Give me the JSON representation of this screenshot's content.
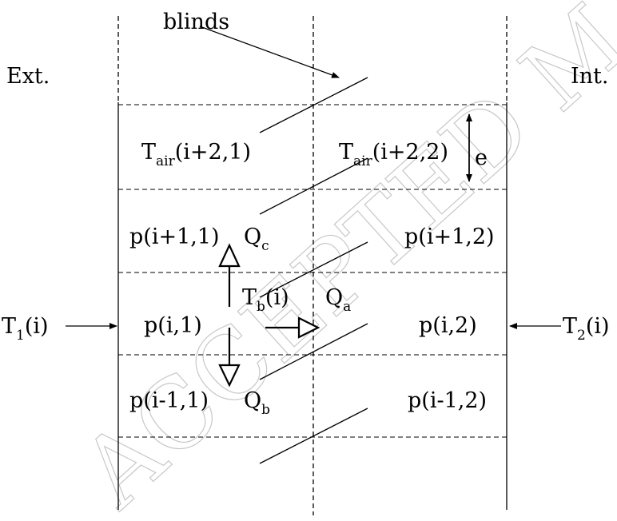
{
  "labels": {
    "blinds": "blinds",
    "ext": "Ext.",
    "int": "Int.",
    "e": "e",
    "t_air_i2_1": {
      "base": "T",
      "sub": "air",
      "rest": "(i+2,1)"
    },
    "t_air_i2_2": {
      "base": "T",
      "sub": "air",
      "rest": "(i+2,2)"
    },
    "p_i1_1": "p(i+1,1)",
    "p_i1_2": "p(i+1,2)",
    "p_i_1": "p(i,1)",
    "p_i_2": "p(i,2)",
    "p_im1_1": "p(i-1,1)",
    "p_im1_2": "p(i-1,2)",
    "q_c": {
      "base": "Q",
      "sub": "c"
    },
    "q_a": {
      "base": "Q",
      "sub": "a"
    },
    "q_b": {
      "base": "Q",
      "sub": "b"
    },
    "t_b": {
      "base": "T",
      "sub": "b",
      "rest": "(i)"
    },
    "t_1": {
      "base": "T",
      "sub": "1",
      "rest": "(i)"
    },
    "t_2": {
      "base": "T",
      "sub": "2",
      "rest": "(i)"
    }
  },
  "watermark": "ACCEPTED MANUSCRIPT"
}
